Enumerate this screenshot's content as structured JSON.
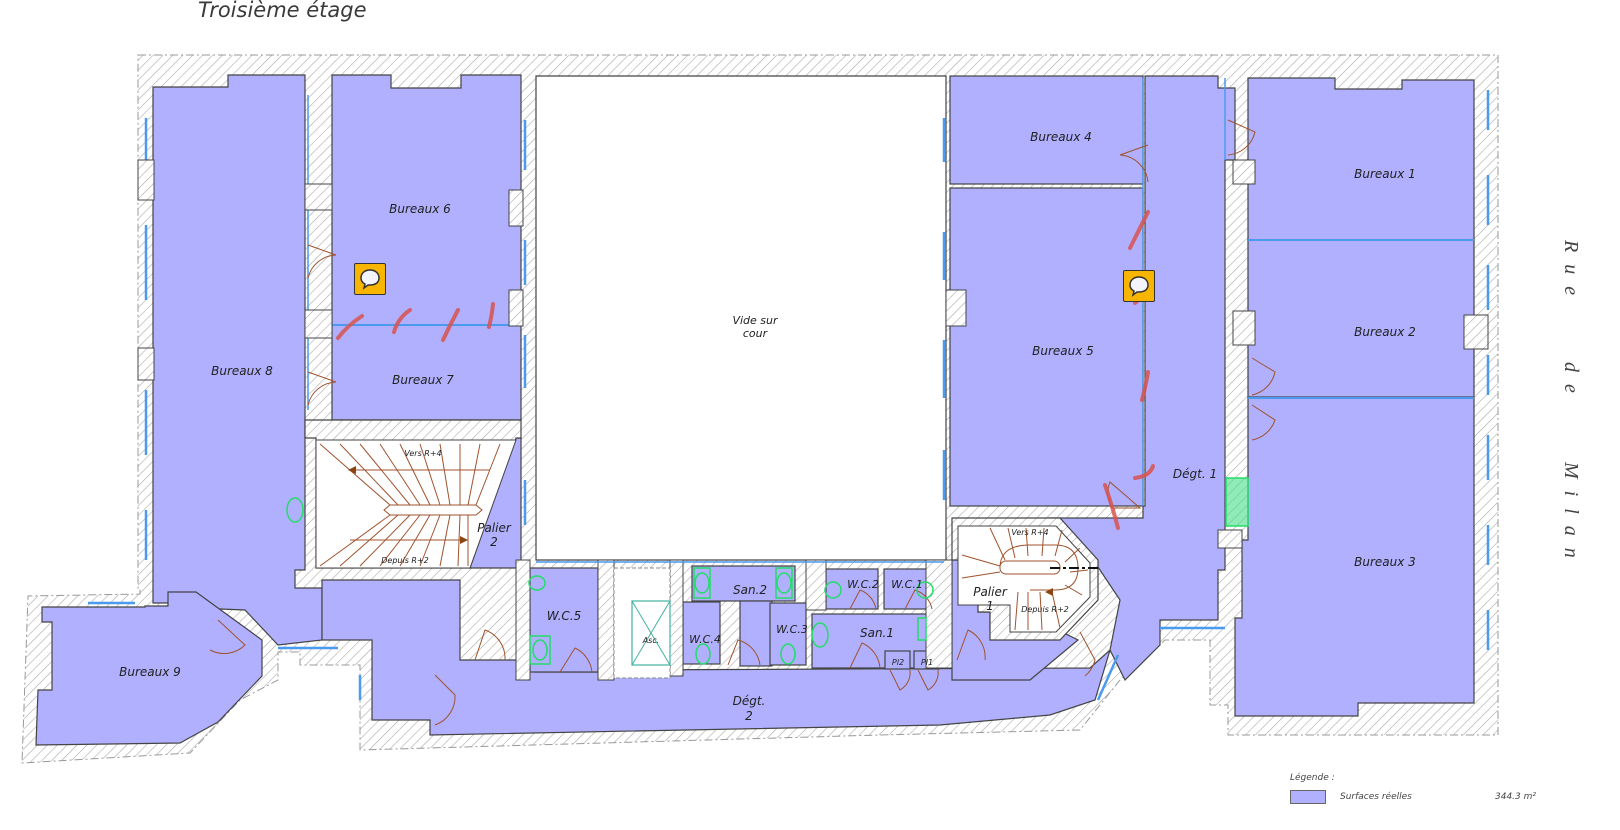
{
  "title": "Troisième étage",
  "street": {
    "words": [
      "Rue",
      "de",
      "Milan"
    ]
  },
  "rooms": {
    "bureaux1": "Bureaux 1",
    "bureaux2": "Bureaux 2",
    "bureaux3": "Bureaux 3",
    "bureaux4": "Bureaux 4",
    "bureaux5": "Bureaux 5",
    "bureaux6": "Bureaux 6",
    "bureaux7": "Bureaux 7",
    "bureaux8": "Bureaux 8",
    "bureaux9": "Bureaux 9",
    "vide_line1": "Vide sur",
    "vide_line2": "cour",
    "degt1": "Dégt. 1",
    "degt2_line1": "Dégt.",
    "degt2_line2": "2",
    "palier1_line1": "Palier",
    "palier1_line2": "1",
    "palier2_line1": "Palier",
    "palier2_line2": "2",
    "wc1": "W.C.1",
    "wc2": "W.C.2",
    "wc3": "W.C.3",
    "wc4": "W.C.4",
    "wc5": "W.C.5",
    "san1": "San.1",
    "san2": "San.2",
    "asc": "Asc.",
    "pl1": "Pl1",
    "pl2": "Pl2"
  },
  "stairs": {
    "stair2_up": "Vers R+4",
    "stair2_down": "Depuis R+2",
    "stair1_up": "Vers R+4",
    "stair1_down": "Depuis R+2"
  },
  "legend": {
    "title": "Légende :",
    "items": [
      {
        "label": "Surfaces réelles",
        "value": "344.3 m²",
        "color": "#b0b0ff"
      }
    ]
  },
  "colors": {
    "surface": "#b0b0ff",
    "wall_stroke": "#555555",
    "window": "#4a9af0",
    "door": "#a0522d",
    "sanitary": "#22dd66",
    "markup": "#d9534f",
    "comment": "#f7b500"
  },
  "annotations": {
    "comments": [
      {
        "icon": "comment-icon"
      },
      {
        "icon": "comment-icon"
      }
    ]
  }
}
